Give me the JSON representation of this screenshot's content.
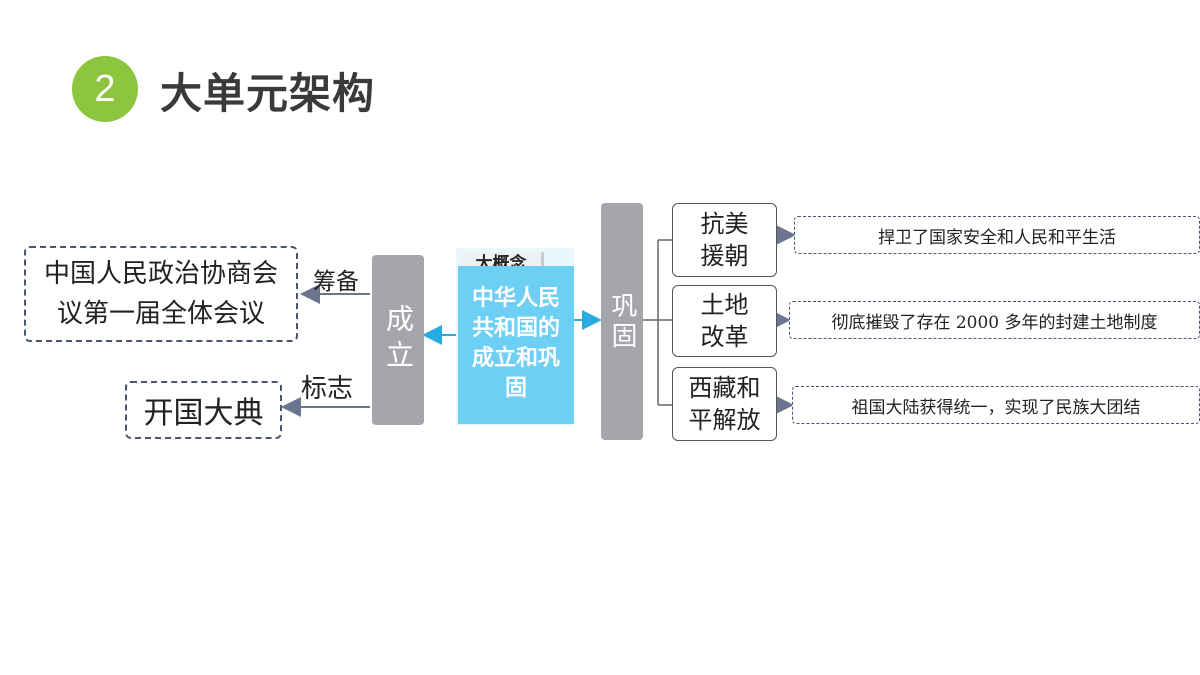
{
  "header": {
    "number": "2",
    "title": "大单元架构"
  },
  "center": {
    "tag": "大概念",
    "text": "中华人民共和国的成立和巩固"
  },
  "left": {
    "bar": "成立",
    "items": [
      {
        "label": "筹备",
        "box": "中国人民政治协商会议第一届全体会议"
      },
      {
        "label": "标志",
        "box": "开国大典"
      }
    ]
  },
  "right": {
    "bar": "巩固",
    "items": [
      {
        "topic": "抗美援朝",
        "result": "捍卫了国家安全和人民和平生活"
      },
      {
        "topic": "土地改革",
        "result": "彻底摧毁了存在 2000 多年的封建土地制度"
      },
      {
        "topic": "西藏和平解放",
        "result": "祖国大陆获得统一，实现了民族大团结"
      }
    ]
  },
  "colors": {
    "accent": "#8cc63f",
    "center_fill": "#6ecff5",
    "bar_fill": "#a4a6ab",
    "arrow_blue": "#29aae1"
  }
}
